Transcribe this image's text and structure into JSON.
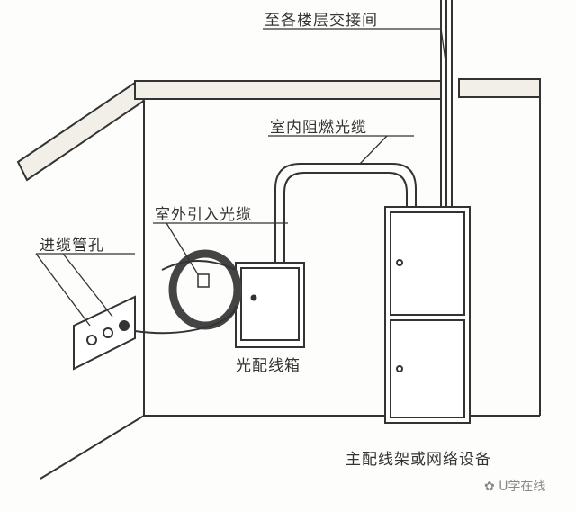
{
  "labels": {
    "to_floors": "至各楼层交接间",
    "indoor_cable": "室内阻燃光缆",
    "outdoor_cable": "室外引入光缆",
    "cable_hole": "进缆管孔",
    "optical_box": "光配线箱",
    "main_frame": "主配线架或网络设备"
  },
  "watermark": "U学在线",
  "colors": {
    "line": "#333333",
    "slab": "#f1efe8"
  }
}
